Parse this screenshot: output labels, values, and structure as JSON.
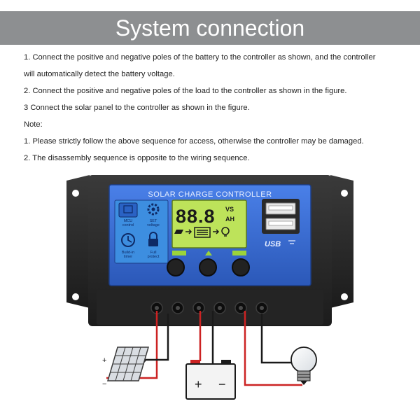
{
  "title": "System connection",
  "instructions": {
    "line1": "1. Connect the positive and negative poles of the battery to the controller as shown, and the controller",
    "line2": "will automatically detect the battery voltage.",
    "line3": "2. Connect the positive and negative poles of the load to the controller as shown in the figure.",
    "line4": "3 Connect the solar panel to the controller as shown in the figure.",
    "note_label": "Note:",
    "note1": "1. Please strictly follow the above sequence for access, otherwise the controller may be damaged.",
    "note2": "2. The disassembly sequence is opposite to the wiring sequence."
  },
  "controller": {
    "label": "SOLAR CHARGE CONTROLLER",
    "lcd_digits": "88.8",
    "lcd_unit_top": "VS",
    "lcd_unit_bottom": "AH",
    "usb_label": "USB",
    "left_buttons": [
      {
        "icon": "mcu-chip-icon",
        "line1": "MCU",
        "line2": "control"
      },
      {
        "icon": "set-gear-icon",
        "line1": "SET",
        "line2": "voltage"
      },
      {
        "icon": "clock-icon",
        "line1": "Build-in",
        "line2": "timer"
      },
      {
        "icon": "lock-icon",
        "line1": "Full",
        "line2": "protect"
      }
    ],
    "terminal_count": 6
  },
  "battery": {
    "plus": "+",
    "minus": "−"
  },
  "panel_sign_plus": "+",
  "panel_sign_minus": "−",
  "colors": {
    "banner": "#8d8f91",
    "controller_face": "#3a6bd4",
    "housing": "#2d2d2d",
    "lcd": "#bde35a",
    "wire_positive": "#cc2222",
    "wire_negative": "#1a1a1a"
  }
}
